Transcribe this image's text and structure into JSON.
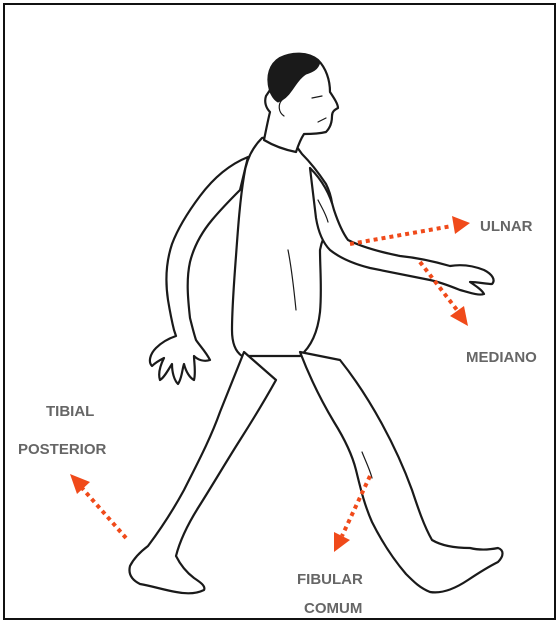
{
  "labels": {
    "ulnar": "ULNAR",
    "mediano": "MEDIANO",
    "tibial_line1": "TIBIAL",
    "tibial_line2": "POSTERIOR",
    "fibular_line1": "FIBULAR",
    "fibular_line2": "COMUM"
  },
  "colors": {
    "arrow": "#f04a1a",
    "label_text": "#666666",
    "outline": "#1a1a1a"
  }
}
